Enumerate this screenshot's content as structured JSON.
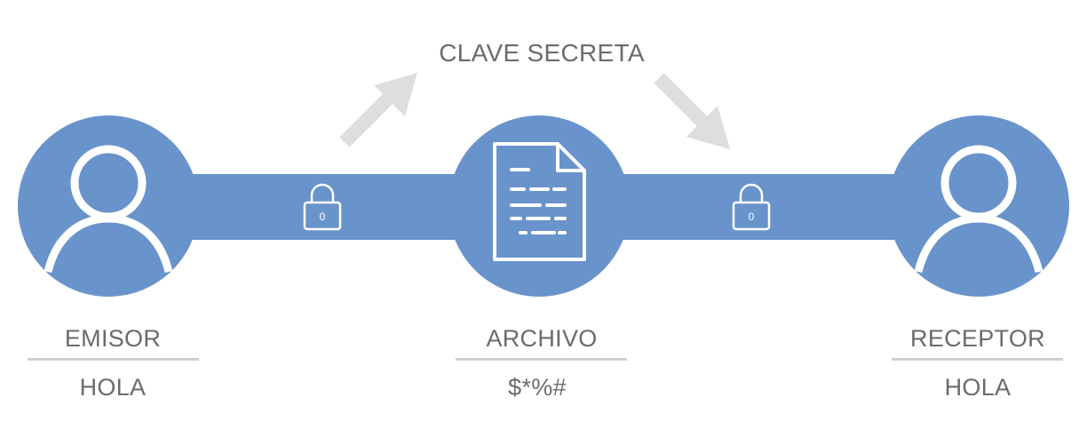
{
  "diagram": {
    "title": "CLAVE SECRETA",
    "nodes": [
      {
        "id": "sender",
        "name": "EMISOR",
        "value": "HOLA",
        "icon": "user-icon"
      },
      {
        "id": "file",
        "name": "ARCHIVO",
        "value": "$*%#",
        "icon": "document-icon"
      },
      {
        "id": "receiver",
        "name": "RECEPTOR",
        "value": "HOLA",
        "icon": "user-icon"
      }
    ],
    "lock_icons": [
      "padlock-icon",
      "padlock-icon"
    ],
    "lock_label": "0",
    "colors": {
      "node_fill": "#6993cb",
      "connector": "#6993cb",
      "icon_line": "#ffffff",
      "arrow": "#dedede",
      "text": "#6b6b6b",
      "rule": "#cfcfcf"
    }
  }
}
